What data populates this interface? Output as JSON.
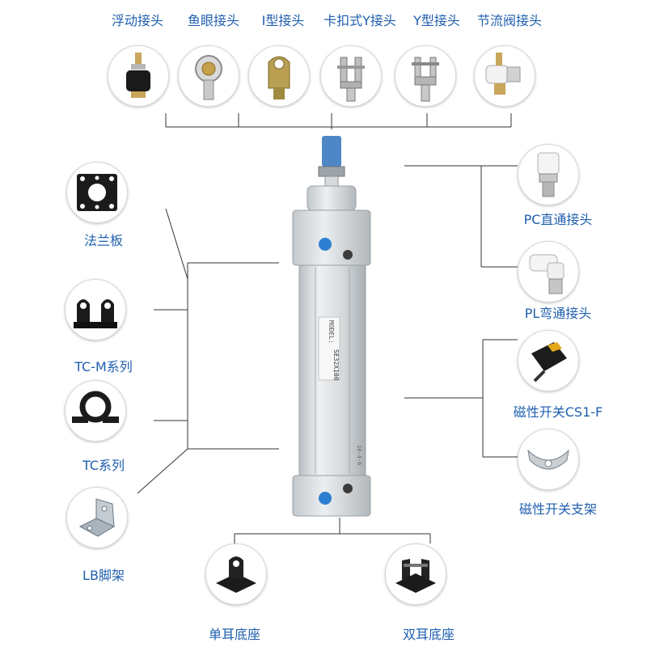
{
  "top_labels": [
    "浮动接头",
    "鱼眼接头",
    "I型接头",
    "卡扣式Y接头",
    "Y型接头",
    "节流阀接头"
  ],
  "left_labels": [
    "法兰板",
    "TC-M系列",
    "TC系列",
    "LB脚架"
  ],
  "right_labels": [
    "PC直通接头",
    "PL弯通接头",
    "磁性开关CS1-F",
    "磁性开关支架"
  ],
  "bottom_labels": [
    "单耳底座",
    "双耳底座"
  ],
  "cylinder": {
    "model_text": "SE32X100",
    "label_prefix": "MODEL:",
    "side_text": "16-4-6"
  },
  "colors": {
    "label": "#1f5fae",
    "line": "#333333",
    "rod_cap": "#4f86c6",
    "port": "#2e7fd1"
  }
}
